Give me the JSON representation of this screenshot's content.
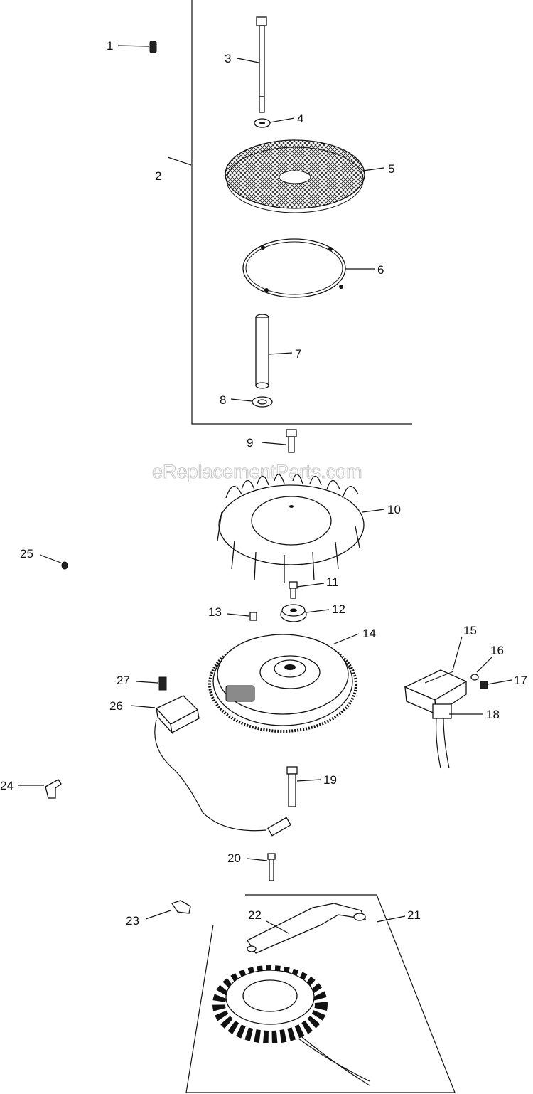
{
  "watermark": "eReplacementParts.com",
  "callouts": [
    "1",
    "2",
    "3",
    "4",
    "5",
    "6",
    "7",
    "8",
    "9",
    "10",
    "11",
    "12",
    "13",
    "14",
    "15",
    "16",
    "17",
    "18",
    "19",
    "20",
    "21",
    "22",
    "23",
    "24",
    "25",
    "26",
    "27"
  ]
}
